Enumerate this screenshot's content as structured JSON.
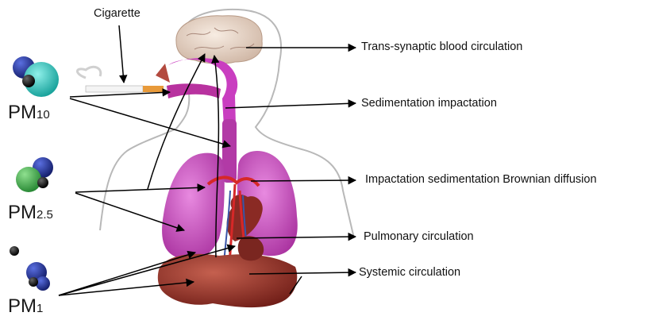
{
  "labels": {
    "cigarette": "Cigarette",
    "trans_synaptic": "Trans-synaptic blood circulation",
    "sedimentation_impactation": "Sedimentation impactation",
    "impactation_brownian": "Impactation sedimentation Brownian diffusion",
    "pulmonary": "Pulmonary circulation",
    "systemic": "Systemic circulation"
  },
  "particles": [
    {
      "prefix": "PM",
      "sub": "10"
    },
    {
      "prefix": "PM",
      "sub": "2.5"
    },
    {
      "prefix": "PM",
      "sub": "1"
    }
  ],
  "colors": {
    "body_outline": "#b8b8b8",
    "airway": "#c93ec0",
    "lung": "#cf4fc6",
    "brain": "#e6d4c6",
    "liver": "#8e2a22",
    "heart": "#8a2a24",
    "artery": "#d62828",
    "vein": "#3a55a8",
    "pm_teal": "#2bbfb8",
    "pm_navy": "#1e2a8c",
    "pm_green": "#3aa84a",
    "pm_black": "#0a0a0a"
  }
}
